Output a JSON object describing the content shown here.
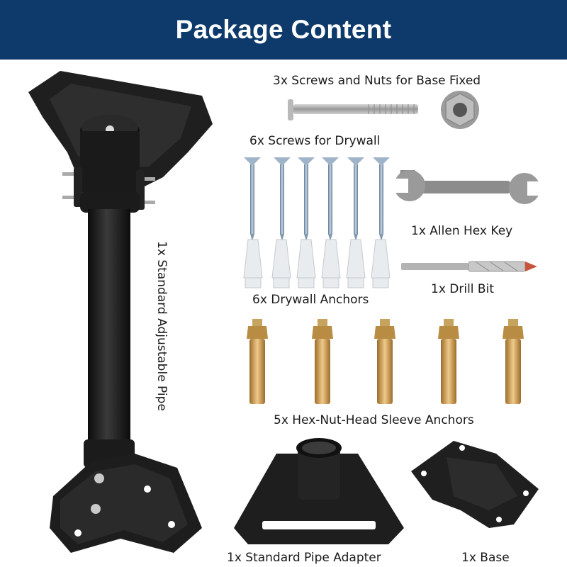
{
  "header": {
    "title": "Package Content"
  },
  "labels": {
    "screws_nuts_base": "3x Screws and Nuts for Base Fixed",
    "screws_drywall": "6x Screws for Drywall",
    "allen_key": "1x Allen Hex Key",
    "drill_bit": "1x Drill Bit",
    "drywall_anchors": "6x Drywall Anchors",
    "sleeve_anchors": "5x Hex-Nut-Head Sleeve Anchors",
    "pipe_adapter": "1x Standard Pipe Adapter",
    "base": "1x Base",
    "adjustable_pipe": "1x Standard Adjustable Pipe"
  },
  "colors": {
    "header_bg": "#0d3a6b",
    "header_text": "#ffffff",
    "hardware_black": "#1c1c1c",
    "screw_zinc": "#8fa6bd",
    "anchor_brass": "#c79a52",
    "drill_tip": "#c8553b"
  }
}
